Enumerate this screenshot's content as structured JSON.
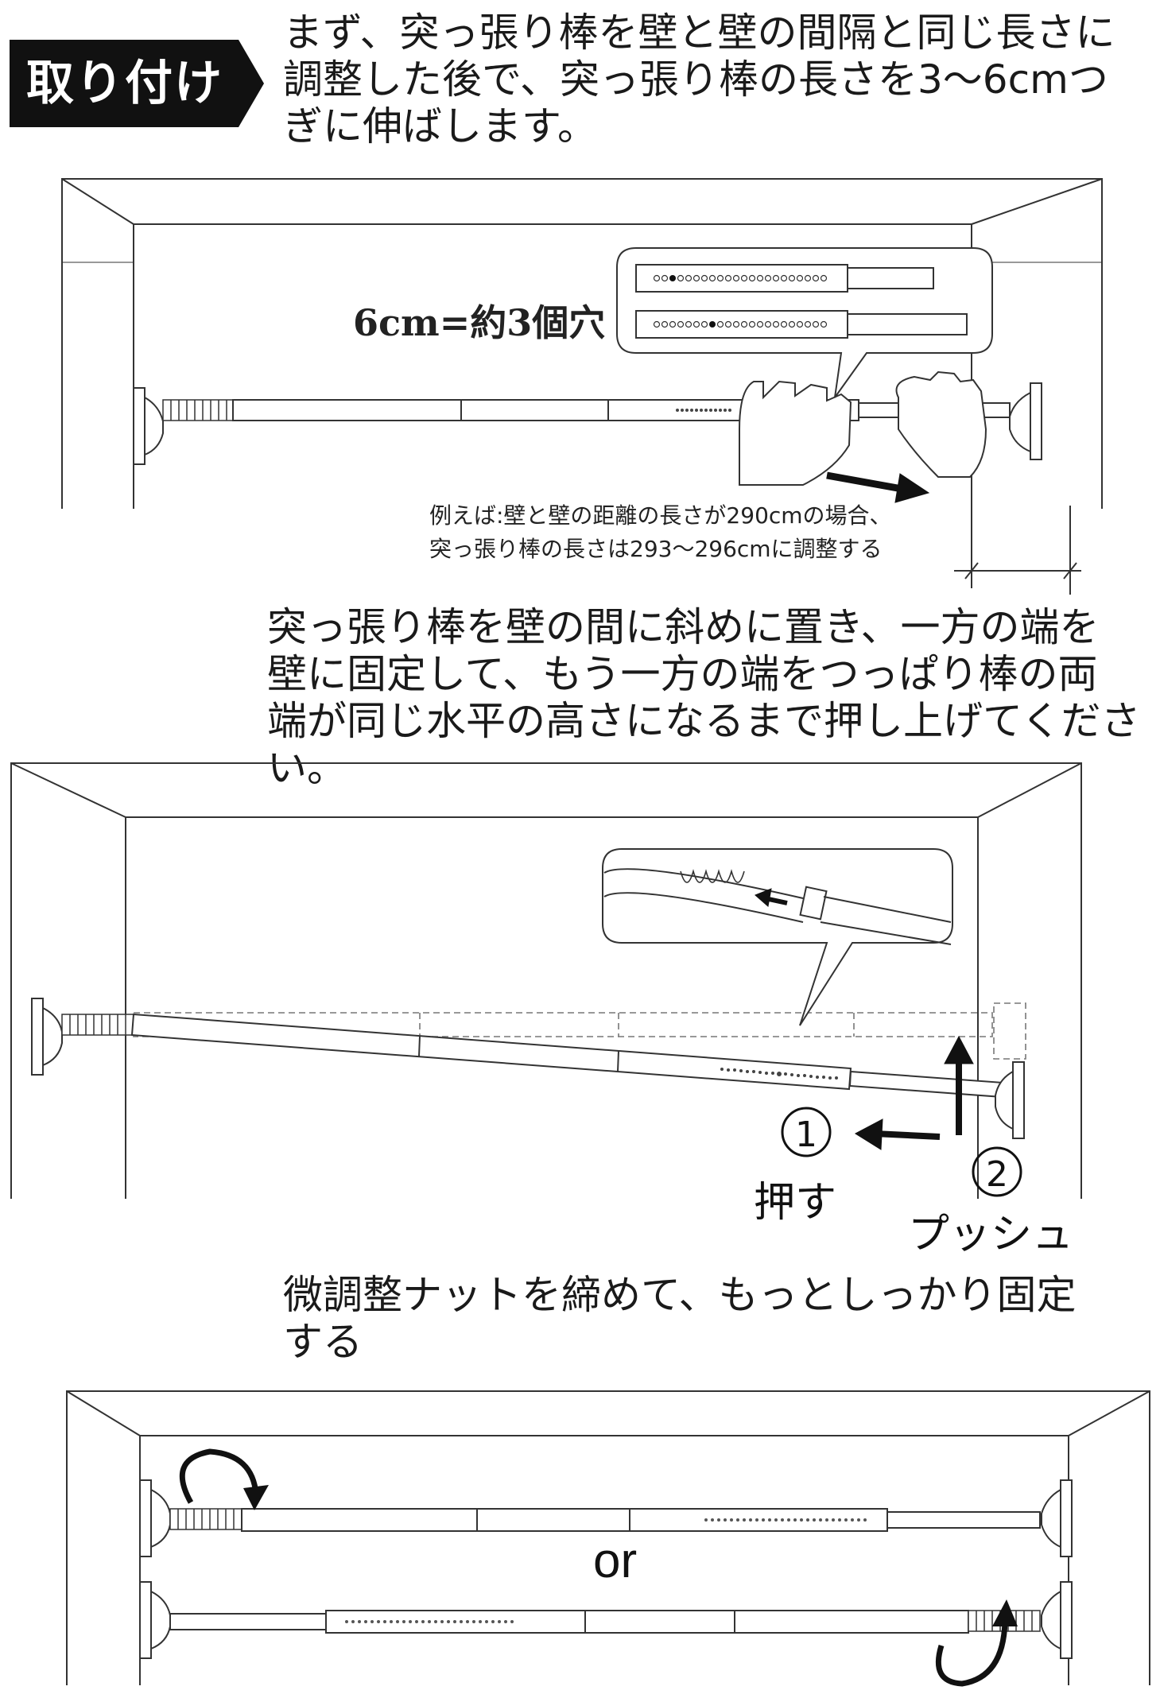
{
  "header": {
    "badge": "取り付け",
    "intro_lines": [
      "まず、突っ張り棒を壁と壁の間隔と同じ長さに",
      "調整した後で、突っ張り棒の長さを3〜6cmつ",
      "ぎに伸ばします。"
    ]
  },
  "figure1": {
    "holes_note": "6cm=約3個穴",
    "measure_lines": [
      "例えば:壁と壁の距離の長さが290cmの場合、",
      "突っ張り棒の長さは293〜296cmに調整する"
    ]
  },
  "step2": {
    "lines": [
      "突っ張り棒を壁の間に斜めに置き、一方の端を",
      "壁に固定して、もう一方の端をつっぱり棒の両",
      "端が同じ水平の高さになるまで押し上げてください。"
    ],
    "label_1": "押す",
    "label_2": "プッシュ"
  },
  "step3": {
    "text": "微調整ナットを締めて、もっとしっかり固定する",
    "or_label": "or"
  },
  "colors": {
    "ink": "#1a1a1a",
    "badge_bg": "#111111",
    "line": "#333333"
  }
}
